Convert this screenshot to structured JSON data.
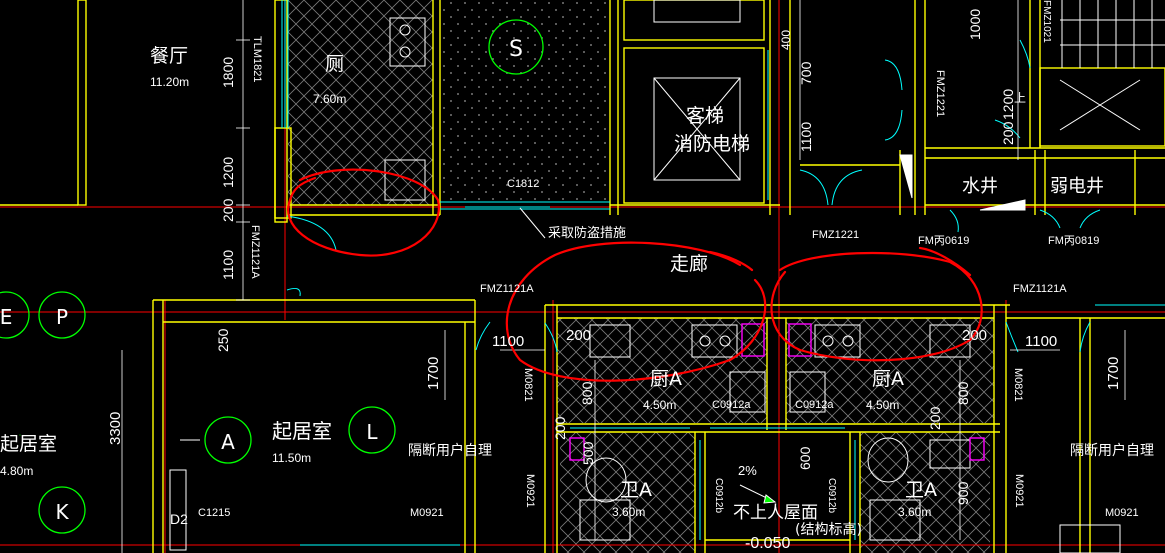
{
  "colors": {
    "background": "#000000",
    "wall": "#ffff00",
    "grid": "#ff0000",
    "window": "#00ffff",
    "markup": "#ff0000",
    "bubble": "#00ff00",
    "equipment": "#ff00ff",
    "text": "#ffffff"
  },
  "rooms": {
    "dining": "餐厅",
    "dining_area": "11.20m",
    "toilet_top": "厕",
    "toilet_top_area": "7.60m",
    "elevator_1": "客梯",
    "elevator_2": "消防电梯",
    "corridor": "走廊",
    "living_left": "起居室",
    "living_left_area": "4.80m",
    "living": "起居室",
    "living_area": "11.50m",
    "kitchen_left": "厨A",
    "kitchen_left_area": "4.50m",
    "kitchen_right": "厨A",
    "kitchen_right_area": "4.50m",
    "bath_left": "卫A",
    "bath_left_area": "3.60m",
    "bath_right": "卫A",
    "bath_right_area": "3.60m",
    "water_shaft": "水井",
    "weak_shaft": "弱电井",
    "roof": "不上人屋面",
    "roof_note": "(结构标高)",
    "roof_level": "-0.050",
    "slope": "2%",
    "security_note": "采取防盗措施",
    "partition_left": "隔断用户自理",
    "partition_right": "隔断用户自理"
  },
  "bubbles": {
    "s": "S",
    "p": "P",
    "e": "E",
    "k": "K",
    "a": "A",
    "l": "L"
  },
  "tags": {
    "tlm": "TLM1821",
    "c1812": "C1812",
    "fmz1121a_left": "FMZ1121A",
    "fmz1121a_mid": "FMZ1121A",
    "fmz1121a_right": "FMZ1121A",
    "fmz1221": "FMZ1221",
    "fmz1221_v": "FMZ1221",
    "fmb0619": "FM丙0619",
    "fmb0819": "FM丙0819",
    "fmz1021": "FMZ1021",
    "m0821_l": "M0821",
    "m0821_r": "M0821",
    "c0912a_l": "C0912a",
    "c0912a_r": "C0912a",
    "m0921_l": "M0921",
    "m0921_r": "M0921",
    "m0921_bl": "M0921",
    "m0921_br": "M0921",
    "c0912b_l": "C0912b",
    "c0912b_r": "C0912b",
    "c1215": "C1215",
    "up": "上",
    "d2": "D2"
  },
  "dims": {
    "d1800": "1800",
    "d1200": "1200",
    "d200": "200",
    "d1100": "1100",
    "d3300": "3300",
    "d250": "250",
    "d400": "400",
    "d700": "700",
    "d1100b": "1100",
    "d1200b": "1200",
    "d200b": "200",
    "d1000": "1000",
    "d1100c": "1100",
    "d1100d": "1100",
    "d200c": "200",
    "d200d": "200",
    "d1700l": "1700",
    "d1700r": "1700",
    "d800l": "800",
    "d800r": "800",
    "d200e": "200",
    "d200f": "200",
    "d500l": "500",
    "d600": "600",
    "d900": "900"
  }
}
